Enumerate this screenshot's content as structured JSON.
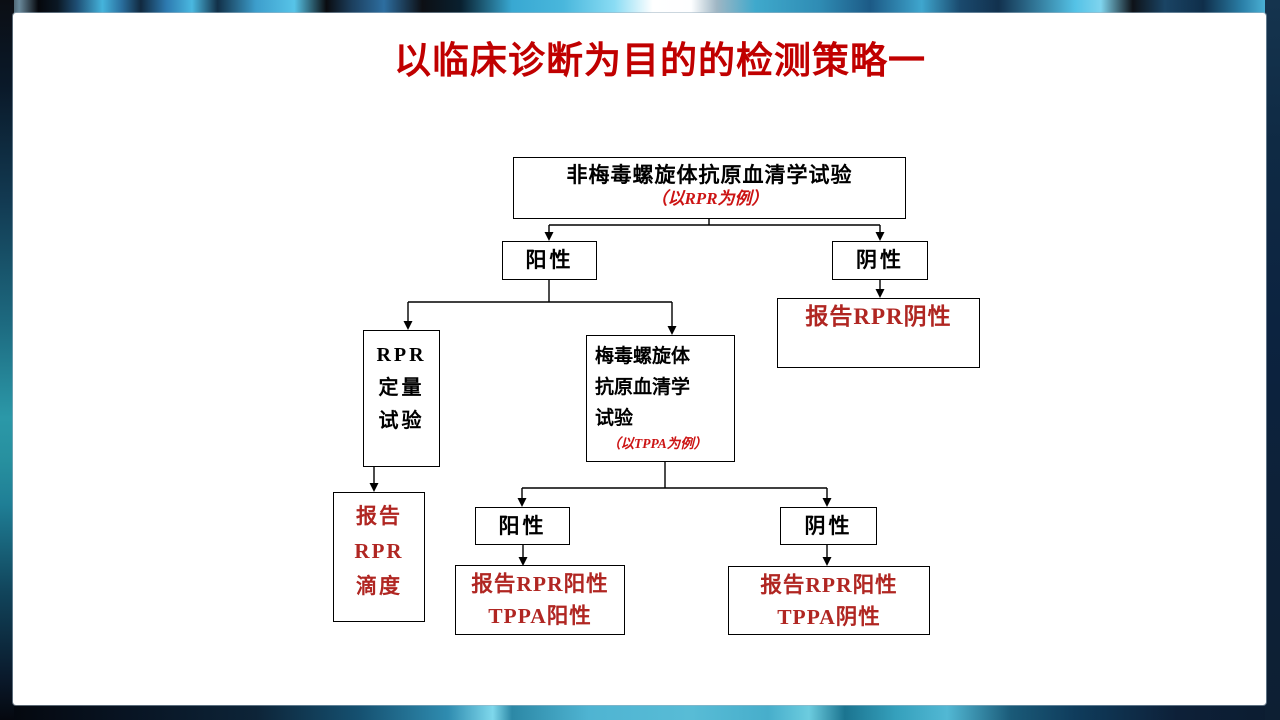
{
  "slide": {
    "title": "以临床诊断为目的的检测策略一"
  },
  "colors": {
    "title_red": "#c00000",
    "node_text_red": "#b02622",
    "subtitle_red": "#cc1414",
    "line_black": "#000000",
    "panel_white": "#ffffff"
  },
  "flowchart": {
    "nodes": {
      "nontreponemal_test": {
        "title": "非梅毒螺旋体抗原血清学试验",
        "subtitle": "（以RPR为例）"
      },
      "rpr_positive": {
        "label": "阳性"
      },
      "rpr_negative": {
        "label": "阴性"
      },
      "report_rpr_negative": {
        "label": "报告RPR阴性"
      },
      "rpr_quantitative": {
        "line1": "RPR",
        "line2": "定量",
        "line3": "试验"
      },
      "treponemal_test": {
        "line1": "梅毒螺旋体",
        "line2": "抗原血清学",
        "line3": "试验",
        "subtitle": "（以TPPA为例）"
      },
      "report_rpr_titer": {
        "line1": "报告",
        "line2": "RPR",
        "line3": "滴度"
      },
      "tppa_positive": {
        "label": "阳性"
      },
      "tppa_negative": {
        "label": "阴性"
      },
      "report_rpr_pos_tppa_pos": {
        "line1": "报告RPR阳性",
        "line2": "TPPA阳性"
      },
      "report_rpr_pos_tppa_neg": {
        "line1": "报告RPR阳性",
        "line2": "TPPA阴性"
      }
    }
  }
}
